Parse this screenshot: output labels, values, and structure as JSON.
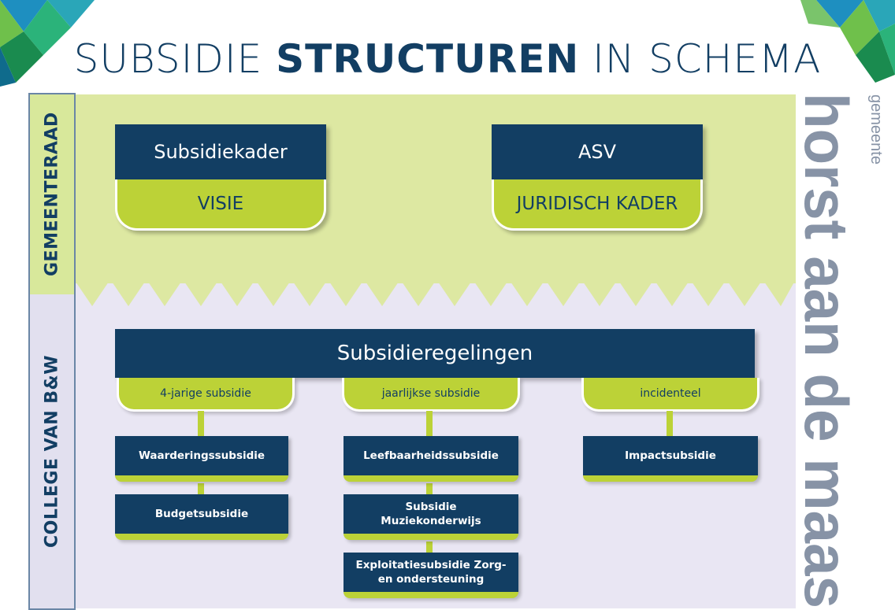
{
  "title": {
    "light1": "SUBSIDIE",
    "bold": "STRUCTUREN",
    "light2": "IN SCHEMA"
  },
  "bands": {
    "top_label": "GEMEENTERAAD",
    "bottom_label": "COLLEGE VAN B&W"
  },
  "gemeenteraad": {
    "boxes": [
      {
        "title": "Subsidiekader",
        "sub": "VISIE"
      },
      {
        "title": "ASV",
        "sub": "JURIDISCH KADER"
      }
    ]
  },
  "college": {
    "header": "Subsidieregelingen",
    "categories": [
      {
        "label": "4-jarige subsidie",
        "items": [
          "Waarderingssubsidie",
          "Budgetsubsidie"
        ]
      },
      {
        "label": "jaarlijkse subsidie",
        "items": [
          "Leefbaarheidssubsidie",
          "Subsidie Muziekonderwijs",
          "Exploitatiesubsidie Zorg- en ondersteuning"
        ]
      },
      {
        "label": "incidenteel",
        "items": [
          "Impactsubsidie"
        ]
      }
    ]
  },
  "brand": {
    "small": "gemeente",
    "large": "horst aan de maas"
  },
  "colors": {
    "navy": "#123e63",
    "lime": "#bcd237",
    "top_band": "#dde8a2",
    "bottom_band": "#e9e6f3",
    "label_band": "#d8e89b"
  }
}
